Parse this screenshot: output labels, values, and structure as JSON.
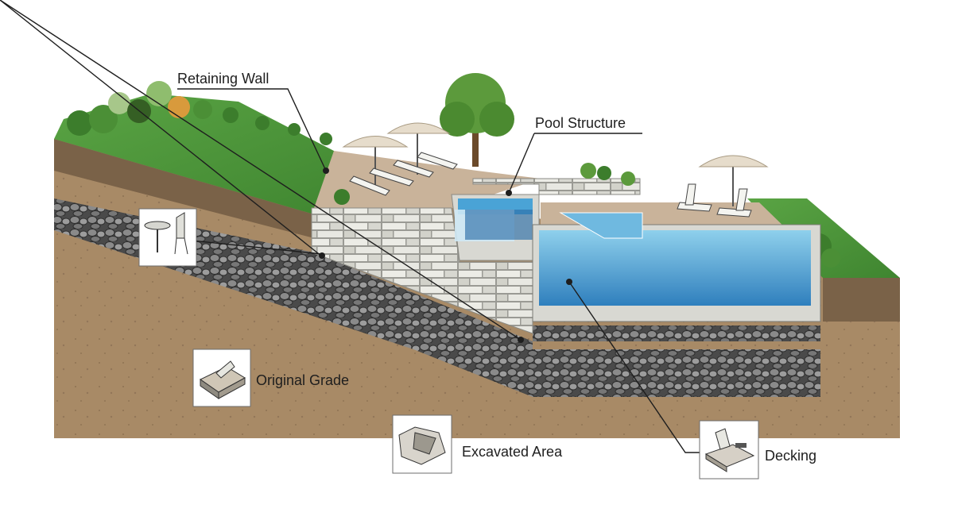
{
  "callouts": {
    "retaining_wall": "Retaining Wall",
    "pool_structure": "Pool Structure",
    "original_grade": "Original Grade",
    "excavated_area": "Excavated Area",
    "decking": "Decking"
  },
  "colors": {
    "soil": "#a88a66",
    "soil_dark": "#7a6248",
    "grass": "#4f9a3a",
    "grass_dark": "#3c7d2c",
    "stone_wall": "#dcdcd6",
    "gravel": "#5e5e5e",
    "water": "#3a8fc8",
    "water_light": "#8fd0ec",
    "deck": "#c9b39a",
    "leader": "#1e1e1e"
  },
  "icons": [
    "table-chairs-icon",
    "grade-section-icon",
    "excavation-icon",
    "lounge-chair-icon"
  ]
}
